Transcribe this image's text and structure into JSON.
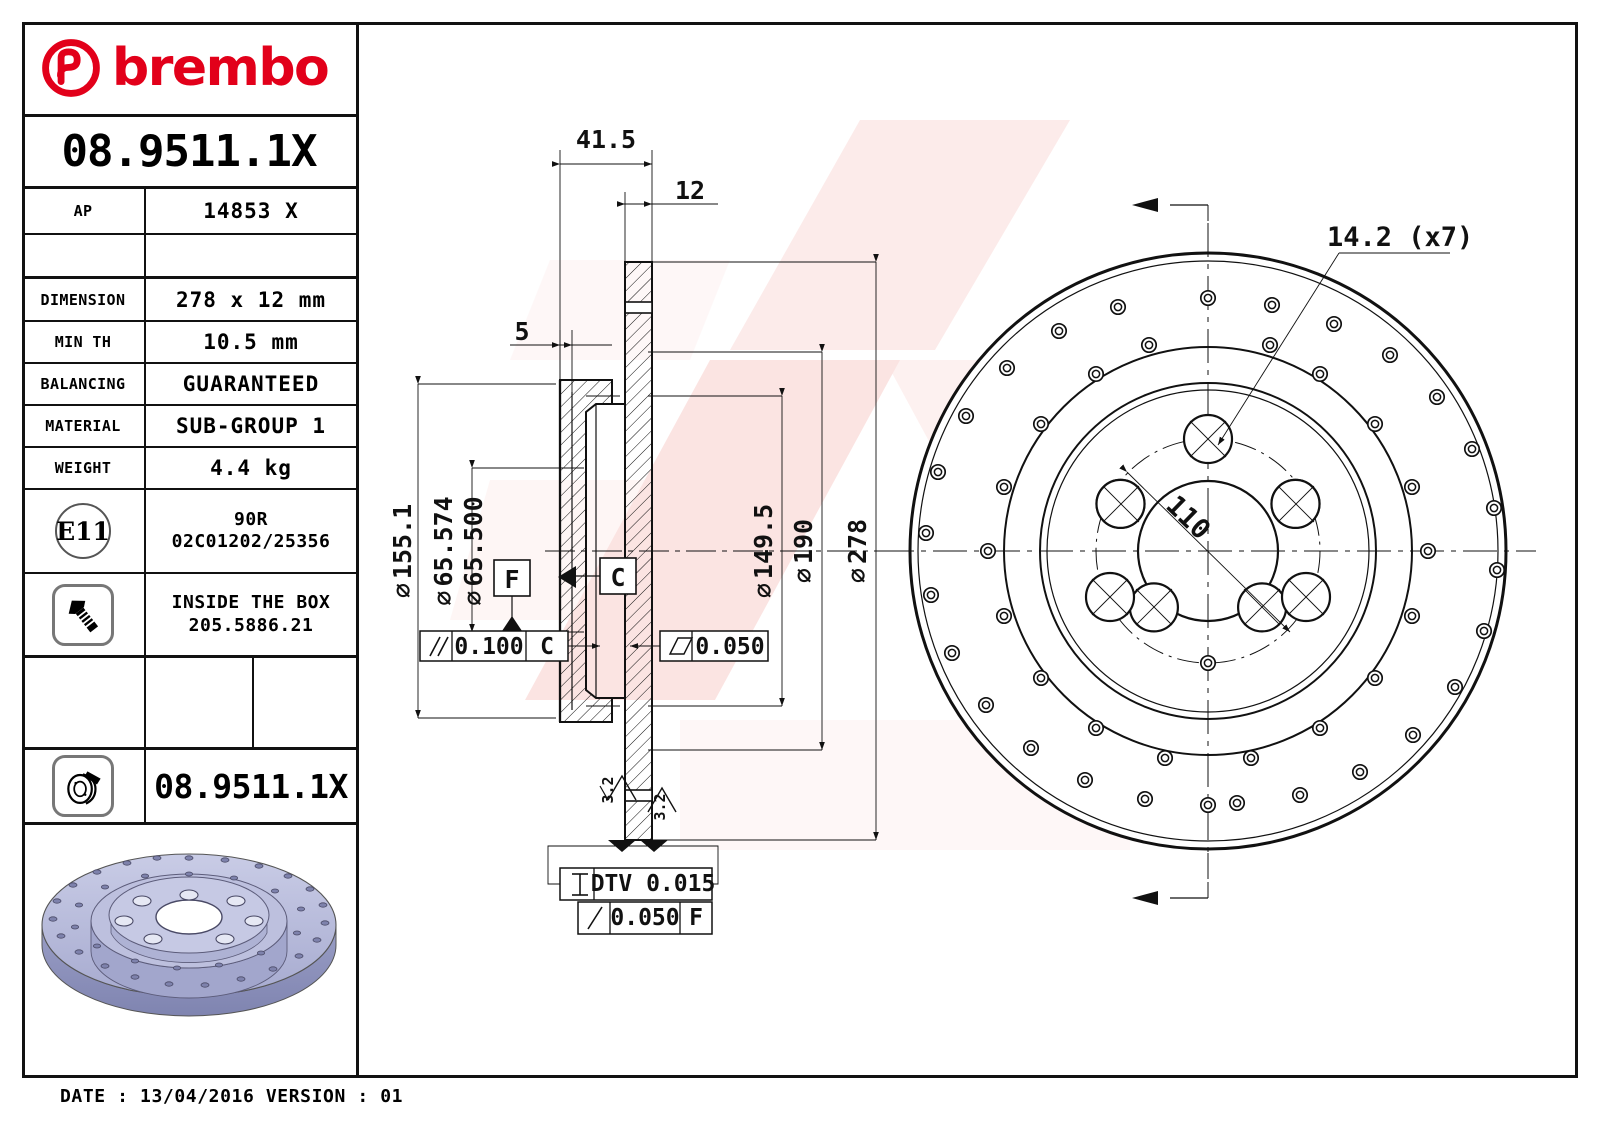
{
  "brand": {
    "name": "brembo",
    "logo_color": "#E2001A",
    "logo_icon": "brembo-b-logo"
  },
  "part_number": "08.9511.1X",
  "part_number_repeat": "08.9511.1X",
  "table": {
    "ap_label": "AP",
    "ap_value": "14853 X",
    "rows": [
      {
        "label": "DIMENSION",
        "value": "278 x 12 mm"
      },
      {
        "label": "MIN TH",
        "value": "10.5 mm"
      },
      {
        "label": "BALANCING",
        "value": "GUARANTEED"
      },
      {
        "label": "MATERIAL",
        "value": "SUB-GROUP 1"
      },
      {
        "label": "WEIGHT",
        "value": "4.4 kg"
      }
    ],
    "homologation": {
      "badge": "E11",
      "line1": "90R",
      "line2": "02C01202/25356"
    },
    "screws": {
      "icon": "screw-icon",
      "line1": "INSIDE THE BOX",
      "line2": "205.5886.21"
    },
    "disc_icon": "brake-disc-icon"
  },
  "footer": "DATE : 13/04/2016 VERSION : 01",
  "section_view": {
    "dim_41_5": "41.5",
    "dim_12": "12",
    "dim_5": "5",
    "dia_155_1": "155.1",
    "dia_65_574": "65.574",
    "dia_65_500": "65.500",
    "dia_149_5": "149.5",
    "dia_190": "190",
    "dia_278": "278",
    "datum_F": "F",
    "datum_C": "C",
    "tol_parallel": {
      "symbol": "//",
      "value": "0.100",
      "datum": "C"
    },
    "tol_flatness": {
      "symbol": "flatness",
      "value": "0.050"
    },
    "tol_dtv": {
      "symbol": "total-runout",
      "value": "DTV 0.015"
    },
    "tol_runout": {
      "symbol": "/",
      "value": "0.050",
      "datum": "F"
    },
    "surface_finish_1": "3.2",
    "surface_finish_2": "3.2",
    "diameter_symbol": "⌀"
  },
  "front_view": {
    "bolt_hole_note": "14.2 (x7)",
    "bolt_circle": "110",
    "drilled_holes_count": 42,
    "bolt_holes_count": 7
  },
  "colors": {
    "line": "#111111",
    "thin_line": "#333333",
    "watermark": "#F4A6A0",
    "render_body": "#B9BCDC",
    "render_dark": "#8F93BC"
  }
}
